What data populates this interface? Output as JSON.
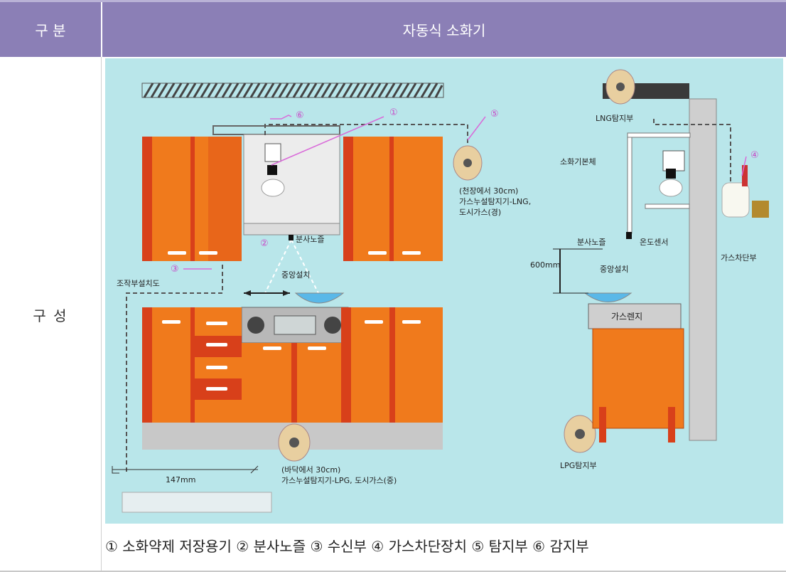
{
  "header": {
    "col1": "구 분",
    "col2": "자동식 소화기"
  },
  "row": {
    "label": "구 성"
  },
  "figure": {
    "markers": [
      "①",
      "②",
      "③",
      "④",
      "⑤",
      "⑥"
    ],
    "labels": {
      "lng_detector": "LNG탐지부",
      "extinguisher_body": "소화기본체",
      "detector_note_1": "(천장에서 30cm)",
      "detector_note_2": "가스누설탐지기-LNG,",
      "detector_note_3": "도시가스(경)",
      "nozzle_left": "분사노즐",
      "center_left": "중앙설치",
      "control_install": "조작부설치도",
      "nozzle_right": "분사노즐",
      "temp_sensor": "온도센서",
      "height_600": "600mm",
      "center_right": "중앙설치",
      "gas_shutoff": "가스차단부",
      "gas_range": "가스렌지",
      "width_147": "147mm",
      "floor_note_1": "(바닥에서 30cm)",
      "floor_note_2": "가스누설탐지기-LPG, 도시가스(중)",
      "lpg_detector": "LPG탐지부"
    }
  },
  "caption": "① 소화약제 저장용기 ② 분사노즐 ③ 수신부 ④ 가스차단장치 ⑤ 탐지부 ⑥ 감지부",
  "colors": {
    "header": "#8b7fb6",
    "background_panel": "#b9e6ea",
    "cabinet_orange": "#f07a1c",
    "cabinet_red": "#d8401a"
  }
}
